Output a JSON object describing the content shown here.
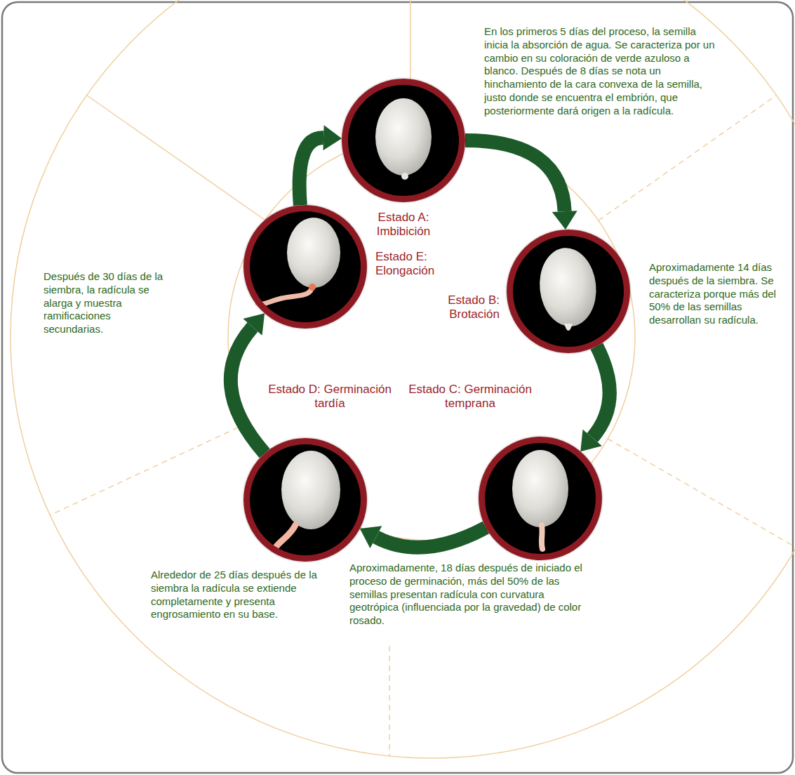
{
  "diagram": {
    "nodes": [
      {
        "text": [
          "Estado A: Imbibición"
        ]
      },
      {
        "text": [
          "Estado B: Brotación"
        ]
      },
      {
        "text": [
          "Estado C: Germinación temprana"
        ]
      },
      {
        "text": [
          "Estado D: Germinación tardía"
        ]
      },
      {
        "text": [
          "Estado E: Elongación"
        ]
      }
    ],
    "edges": [
      {
        "from": 0,
        "to": 1,
        "arrow": "to"
      },
      {
        "from": 1,
        "to": 2,
        "arrow": "to"
      },
      {
        "from": 2,
        "to": 3,
        "arrow": "to"
      },
      {
        "from": 3,
        "to": 4,
        "arrow": "to"
      },
      {
        "from": 4,
        "to": 0,
        "arrow": "to"
      }
    ],
    "labels": [
      "En los primeros 5 días del proceso, la semilla inicia la absorción de agua. Se caracteriza por un cambio en su coloración de verde azuloso a blanco. Después de 8 días se nota un hinchamiento de la cara convexa de la semilla, justo donde se encuentra el embrión, que posteriormente dará origen a la radícula.",
      "Aproximadamente 14 días después de la siembra. Se caracteriza porque más del 50% de las semillas desarrollan su radícula.",
      "Aproximadamente, 18 días después de iniciado el proceso de germinación, más del 50% de las semillas presentan radícula con curvatura geotrópica (influenciada por la gravedad) de color rosado.",
      "Alrededor de 25 días después de la siembra la radícula se extiende completamente y presenta engrosamiento en su base.",
      "Después de 30 días de la siembra, la radícula se alarga y muestra ramificaciones secundarias."
    ]
  }
}
